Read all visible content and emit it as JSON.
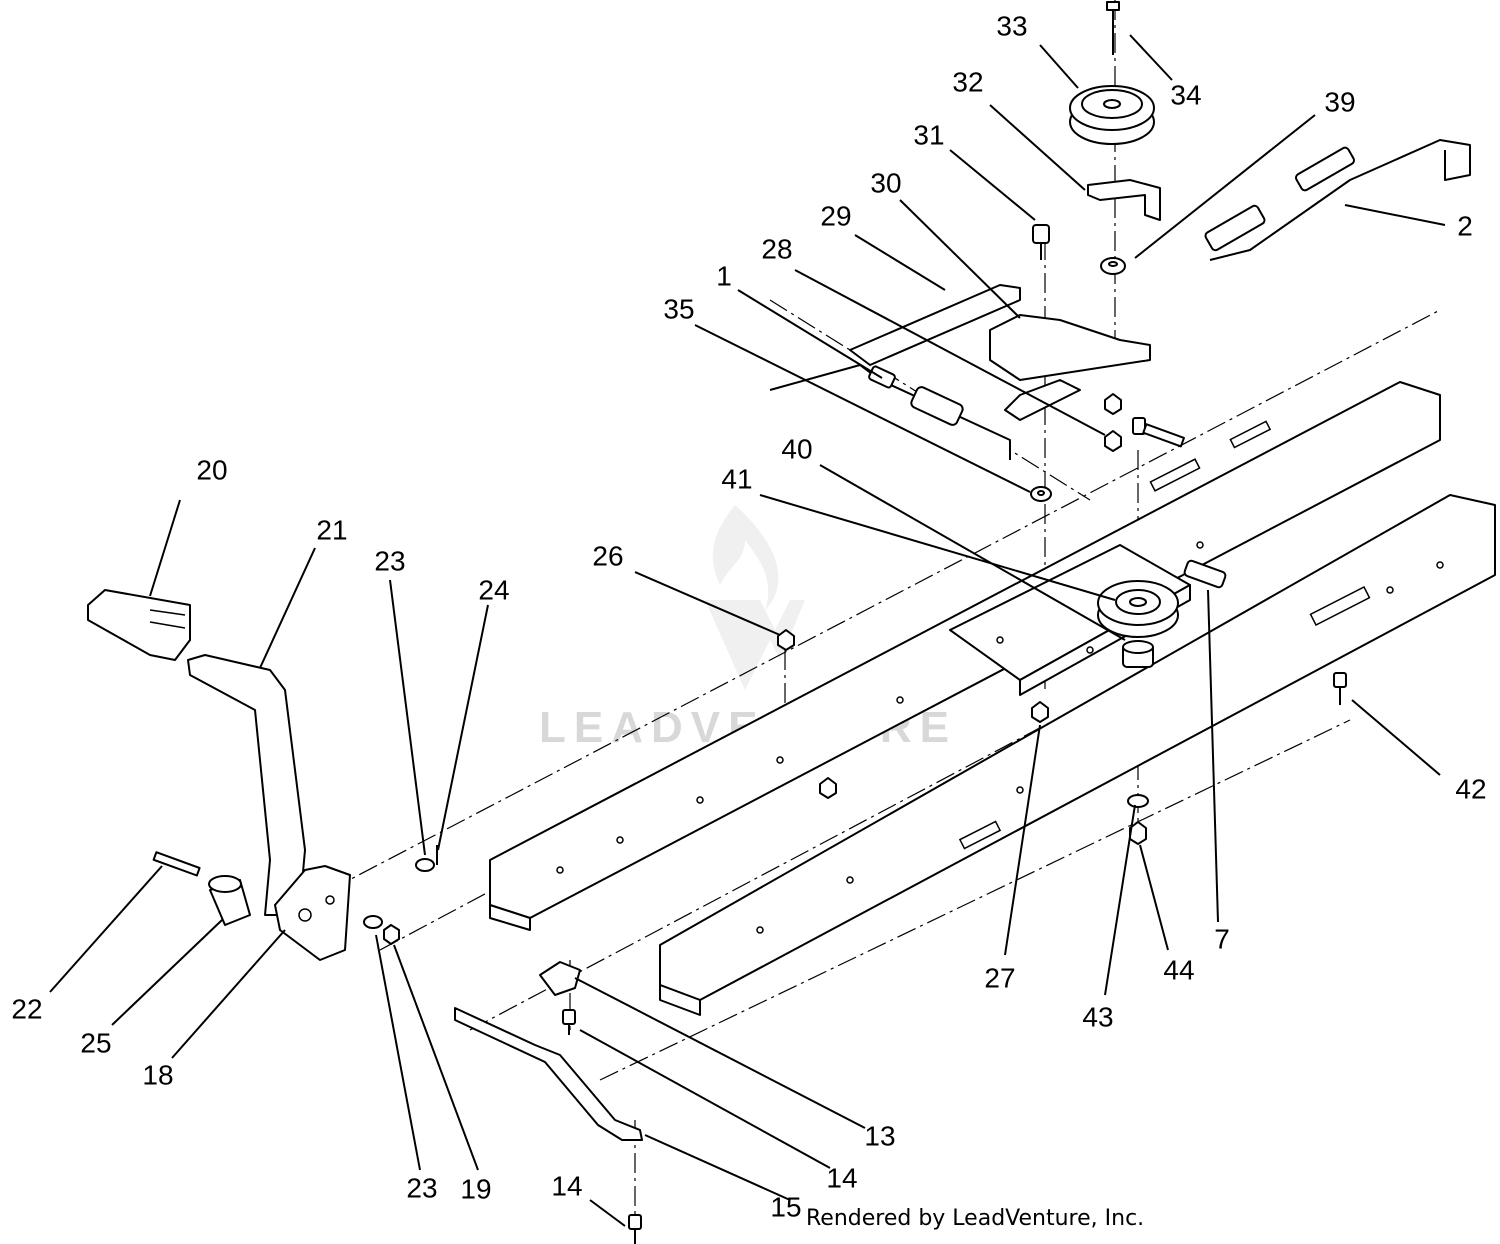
{
  "footer": {
    "credit": "Rendered by LeadVenture, Inc."
  },
  "watermark": {
    "text": "LEADVENTURE"
  },
  "callouts": [
    "33",
    "34",
    "32",
    "39",
    "31",
    "30",
    "2",
    "29",
    "28",
    "1",
    "35",
    "40",
    "41",
    "26",
    "20",
    "21",
    "23",
    "24",
    "42",
    "7",
    "27",
    "44",
    "43",
    "22",
    "25",
    "18",
    "23",
    "19",
    "13",
    "14",
    "15",
    "14"
  ]
}
